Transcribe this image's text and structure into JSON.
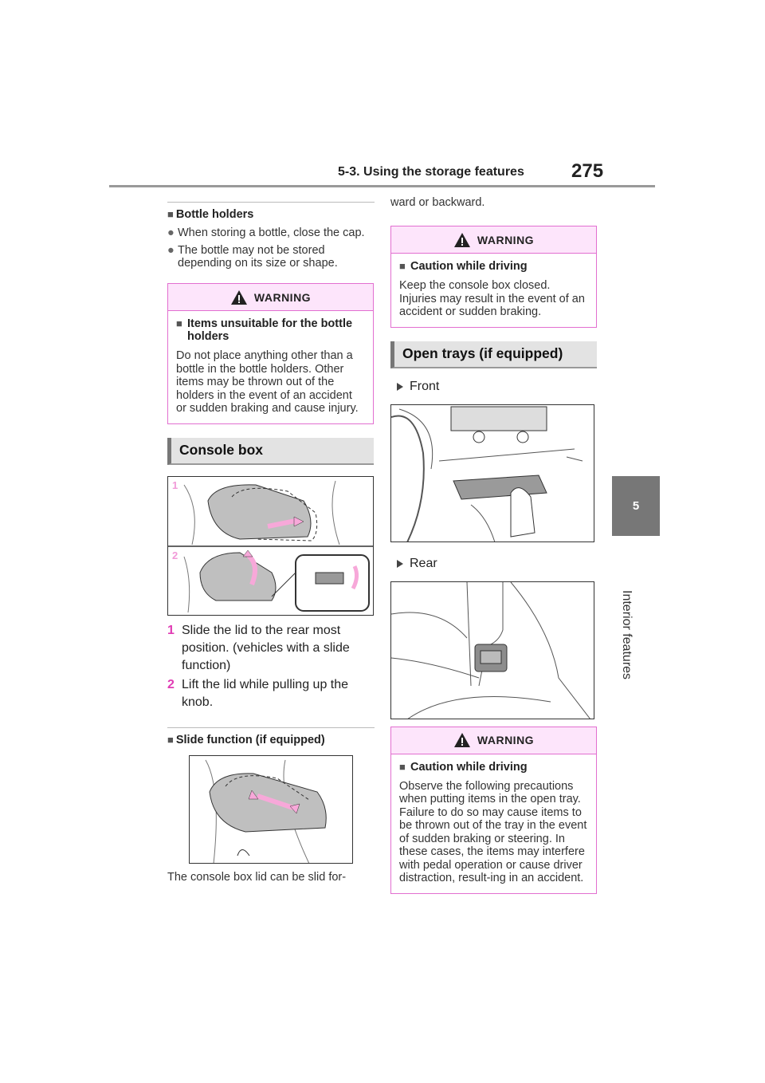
{
  "header": {
    "section_title": "5-3. Using the storage features",
    "page_number": "275"
  },
  "side_tab": {
    "chapter_number": "5",
    "chapter_label": "Interior features"
  },
  "left": {
    "bottle": {
      "heading": "Bottle holders",
      "bullets": [
        "When storing a bottle, close the cap.",
        "The bottle may not be stored depending on its size or shape."
      ]
    },
    "warning1": {
      "label": "WARNING",
      "subheading": "Items unsuitable for the bottle holders",
      "text": "Do not place anything other than a bottle in the bottle holders. Other items may be thrown out of the holders in the event of an accident or sudden braking and cause injury."
    },
    "console": {
      "heading": "Console box",
      "fig_labels": [
        "1",
        "2"
      ],
      "steps": [
        {
          "num": "1",
          "text": "Slide the lid to the rear most position. (vehicles with a slide function)"
        },
        {
          "num": "2",
          "text": "Lift the lid while pulling up the knob."
        }
      ]
    },
    "slide": {
      "heading": "Slide function (if equipped)",
      "text": "The console box lid can be slid for-"
    }
  },
  "right": {
    "continuation": "ward or backward.",
    "warning2": {
      "label": "WARNING",
      "subheading": "Caution while driving",
      "text": "Keep the console box closed. Injuries may result in the event of an accident or sudden braking."
    },
    "trays": {
      "heading": "Open trays (if equipped)",
      "front_label": "Front",
      "rear_label": "Rear"
    },
    "warning3": {
      "label": "WARNING",
      "subheading": "Caution while driving",
      "text": "Observe the following precautions when putting items in the open tray. Failure to do so may cause items to be thrown out of the tray in the event of sudden braking or steering. In these cases, the items may interfere with pedal operation or cause driver distraction, result-ing in an accident."
    }
  },
  "colors": {
    "accent_pink": "#e03cb4",
    "warning_border": "#e26fd0",
    "warning_fill": "#fde5fb",
    "tab_gray": "#777777"
  }
}
